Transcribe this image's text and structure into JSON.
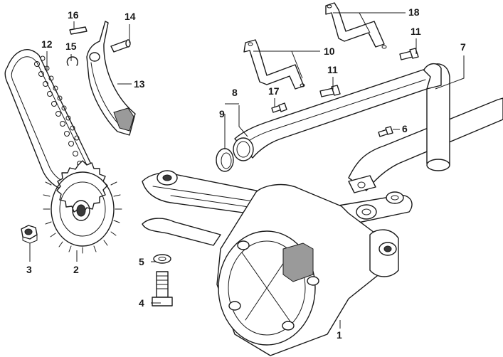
{
  "callouts": {
    "n1": "1",
    "n2": "2",
    "n3": "3",
    "n4": "4",
    "n5": "5",
    "n6": "6",
    "n7": "7",
    "n8": "8",
    "n9": "9",
    "n10": "10",
    "n11a": "11",
    "n11b": "11",
    "n12": "12",
    "n13": "13",
    "n14": "14",
    "n15": "15",
    "n16": "16",
    "n17": "17",
    "n18": "18"
  }
}
